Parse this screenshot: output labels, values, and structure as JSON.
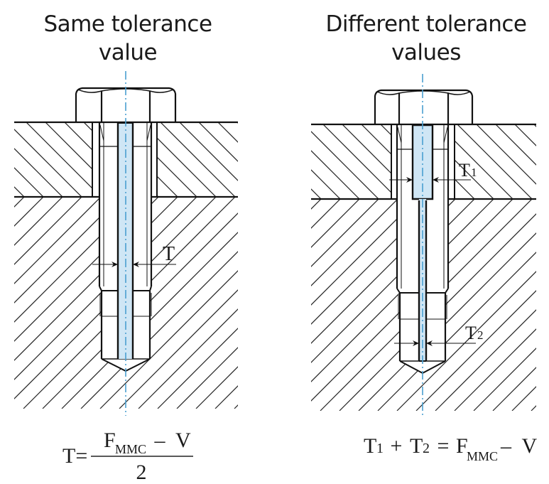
{
  "figures": [
    {
      "id": "left",
      "title_line1": "Same tolerance",
      "title_line2": "value",
      "dimension_label": "T",
      "formula": {
        "lhs": "T=",
        "numerator_main": "F",
        "numerator_sub": "MMC",
        "numerator_rest": " –  V",
        "denominator": "2"
      }
    },
    {
      "id": "right",
      "title_line1": "Different tolerance",
      "title_line2": "values",
      "dimension_label_1": "T",
      "dimension_label_1_sub": "1",
      "dimension_label_2": "T",
      "dimension_label_2_sub": "2",
      "formula": {
        "t1": "T",
        "t1_sub": "1",
        "plus": " + ",
        "t2": "T",
        "t2_sub": "2",
        "equals": " = ",
        "f": "F",
        "f_sub": "MMC",
        "rest": "–  V"
      }
    }
  ],
  "colors": {
    "line": "#111111",
    "centerline": "#4a9fd0",
    "tolerance_zone": "#cfe6f5"
  }
}
